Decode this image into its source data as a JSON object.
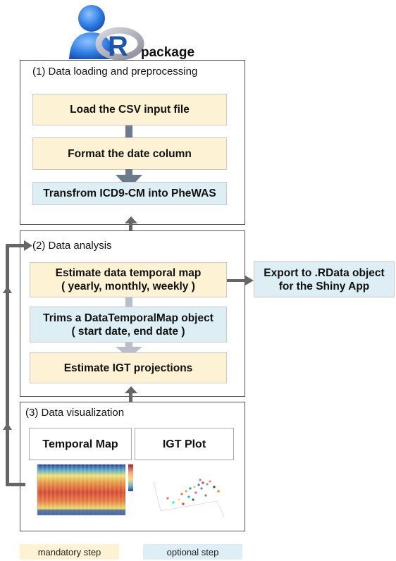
{
  "logo": {
    "r_letter": "R",
    "package_label": "package"
  },
  "sections": {
    "loading": {
      "title": "(1) Data loading and preprocessing",
      "steps": [
        "Load the CSV input file",
        "Format the date column",
        "Transfrom ICD9-CM into PheWAS"
      ]
    },
    "analysis": {
      "title": "(2) Data analysis",
      "steps": [
        "Estimate data temporal map\n( yearly, monthly, weekly )",
        "Trims a DataTemporalMap object\n( start date, end date )",
        "Estimate IGT projections"
      ],
      "export_label": "Export to .RData object\nfor the Shiny App"
    },
    "visualization": {
      "title": "(3) Data visualization",
      "tabs": [
        "Temporal Map",
        "IGT Plot"
      ]
    }
  },
  "legend": {
    "mandatory": "mandatory step",
    "optional": "optional step"
  },
  "colors": {
    "mandatory": "#fdf3d4",
    "optional": "#ddeef4",
    "arrow": "#666666",
    "arrow_dark": "#6d7a8c",
    "arrow_light": "#b9bfca"
  }
}
